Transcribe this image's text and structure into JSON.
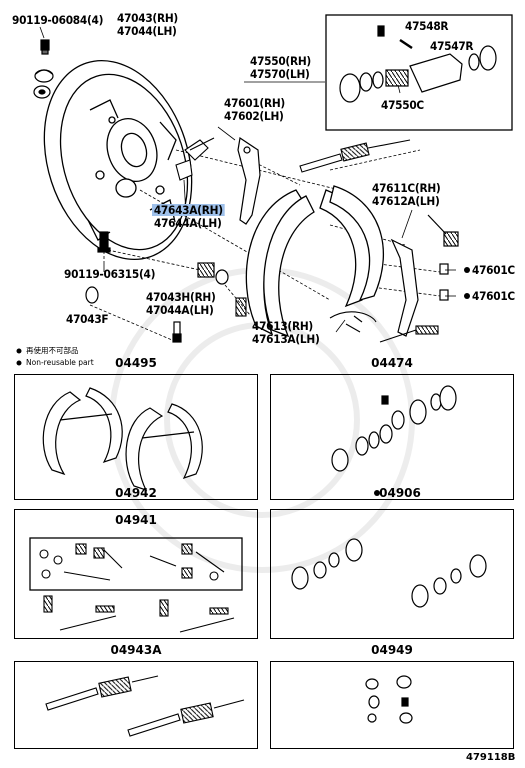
{
  "callouts": {
    "bolt_top": "90119-06084(4)",
    "plate_rh": "47043(RH)",
    "plate_lh": "47044(LH)",
    "spring_rh": "47548R",
    "spring_547": "47547R",
    "cyl_rh": "47550(RH)",
    "cyl_lh": "47570(LH)",
    "cup": "47550C",
    "lever_rh": "47601(RH)",
    "lever_lh": "47602(LH)",
    "hl_rh": "47643A(RH)",
    "hl_lh": "47644A(LH)",
    "adj_rh": "47611C(RH)",
    "adj_lh": "47612A(LH)",
    "bolt_mid": "90119-06315(4)",
    "clip1": "47601C",
    "clip2": "47601C",
    "pin_rh": "47043H(RH)",
    "pin_lh": "47044A(LH)",
    "plug": "47043F",
    "strut_rh": "47613(RH)",
    "strut_lh": "47613A(LH)"
  },
  "legend": {
    "cn": "再使用不可部品",
    "en": "Non-reusable part"
  },
  "kits": {
    "k04495": "04495",
    "k04474": "04474",
    "k04942": "04942",
    "k04941": "04941",
    "k04906": "04906",
    "k04943a": "04943A",
    "k04949": "04949"
  },
  "figure_code": "479118B"
}
